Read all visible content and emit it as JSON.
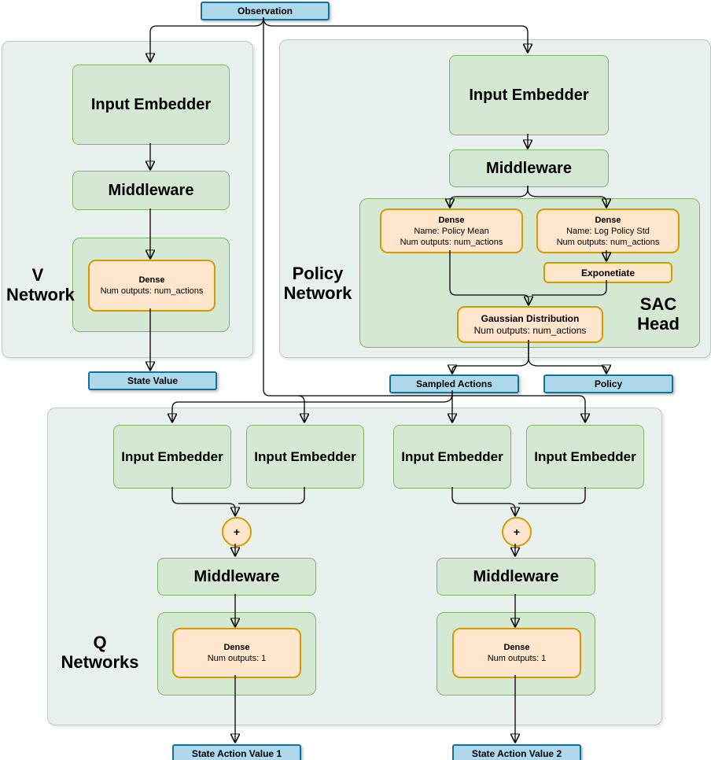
{
  "diagram": {
    "observation_label": "Observation",
    "v_network": {
      "label": [
        "V",
        "Network"
      ],
      "input_embedder_label": "Input Embedder",
      "middleware_label": "Middleware",
      "dense": {
        "title": "Dense",
        "outputs": "Num outputs: num_actions"
      },
      "output_label": "State Value"
    },
    "policy_network": {
      "label": [
        "Policy",
        "Network"
      ],
      "input_embedder_label": "Input Embedder",
      "middleware_label": "Middleware",
      "sac_head": {
        "label": [
          "SAC",
          "Head"
        ],
        "dense_policy_mean": {
          "title": "Dense",
          "name": "Name: Policy Mean",
          "outputs": "Num outputs: num_actions"
        },
        "dense_log_policy_std": {
          "title": "Dense",
          "name": "Name: Log Policy Std",
          "outputs": "Num outputs: num_actions"
        },
        "exponentiate_label": "Exponetiate",
        "gaussian_distribution": {
          "title": "Gaussian Distribution",
          "outputs": "Num outputs: num_actions"
        }
      },
      "sampled_actions_label": "Sampled Actions",
      "policy_label": "Policy"
    },
    "q_networks": {
      "label": [
        "Q",
        "Networks"
      ],
      "input_embedder_label": "Input Embedder",
      "middleware_label": "Middleware",
      "merge_label": "+",
      "dense": {
        "title": "Dense",
        "outputs": "Num outputs: 1"
      },
      "output1_label": "State Action Value 1",
      "output2_label": "State Action Value 2"
    },
    "colors": {
      "node_green_fill": "#d5e8d4",
      "node_green_stroke": "#82b366",
      "node_orange_fill": "#ffe6cc",
      "node_orange_stroke": "#d79b00",
      "node_blue_fill": "#aed9ec",
      "node_blue_stroke": "#10739e",
      "container_fill": "#e9f1ee",
      "container_stroke": "#c2c9c6",
      "edge_color": "#000000"
    }
  }
}
